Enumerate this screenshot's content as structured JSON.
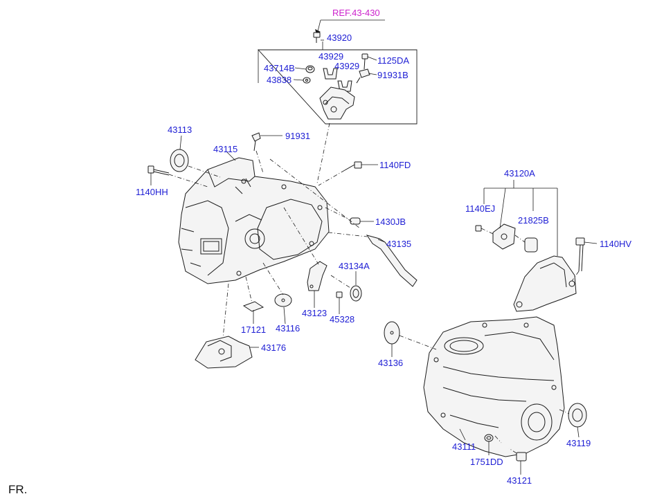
{
  "colors": {
    "part_label": "#1d1dd4",
    "reference_label": "#cc22cc",
    "line": "#1a1a1a"
  },
  "reference": "REF.43-430",
  "orientation": "FR.",
  "labels": {
    "p43920": "43920",
    "p43929a": "43929",
    "p43929b": "43929",
    "p1125DA": "1125DA",
    "p43714B": "43714B",
    "p43838": "43838",
    "p91931B": "91931B",
    "p43113": "43113",
    "p91931": "91931",
    "p43115": "43115",
    "p1140FD": "1140FD",
    "p1140HH": "1140HH",
    "p43120A": "43120A",
    "p1140EJ": "1140EJ",
    "p21825B": "21825B",
    "p1140HV": "1140HV",
    "p1430JB": "1430JB",
    "p43135": "43135",
    "p43134A": "43134A",
    "p43123": "43123",
    "p45328": "45328",
    "p17121": "17121",
    "p43116": "43116",
    "p43176": "43176",
    "p43136": "43136",
    "p43111": "43111",
    "p1751DD": "1751DD",
    "p43121": "43121",
    "p43119": "43119"
  }
}
